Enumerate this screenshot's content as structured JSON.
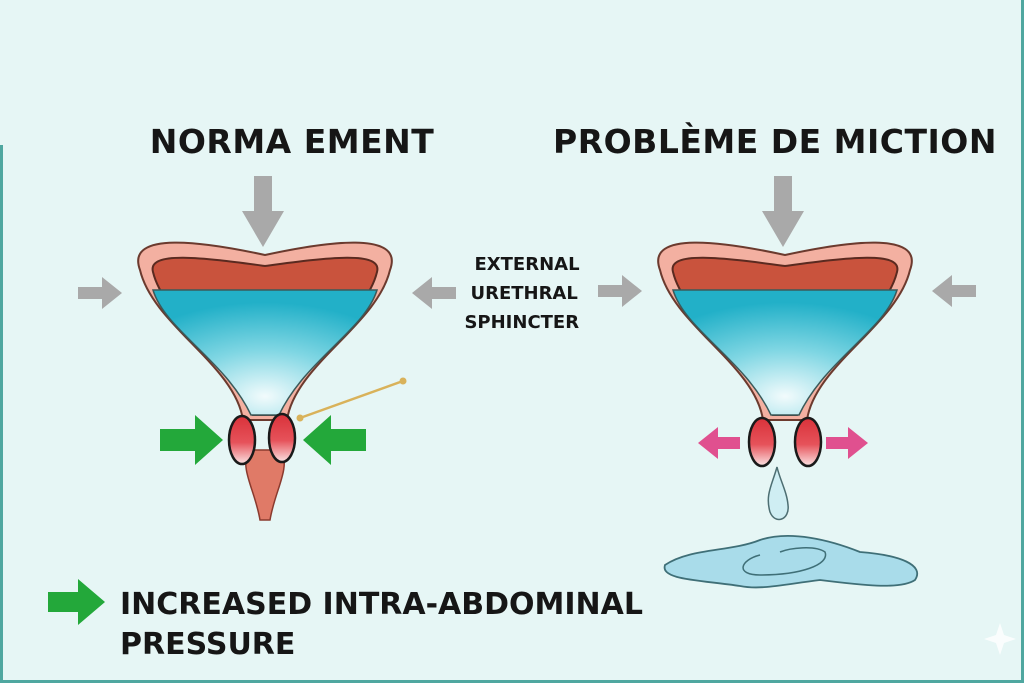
{
  "titles": {
    "left": "NORMA EMENT",
    "right": "PROBLÈME DE MICTION"
  },
  "label": {
    "line1": "EXTERNAL",
    "line2": "URETHRAL",
    "line3": "SPHINCTER"
  },
  "legend": {
    "line1": "INCREASED INTRA-ABDOMINAL",
    "line2": "PRESSURE"
  },
  "colors": {
    "background": "#e6f6f5",
    "green_arrow": "#23a83a",
    "pink_arrow": "#e0508f",
    "gray_arrow": "#a9a9a9",
    "bladder_wall": "#f0a99a",
    "bladder_inner": "#c9533d",
    "urine": "#2ab8cf"
  }
}
